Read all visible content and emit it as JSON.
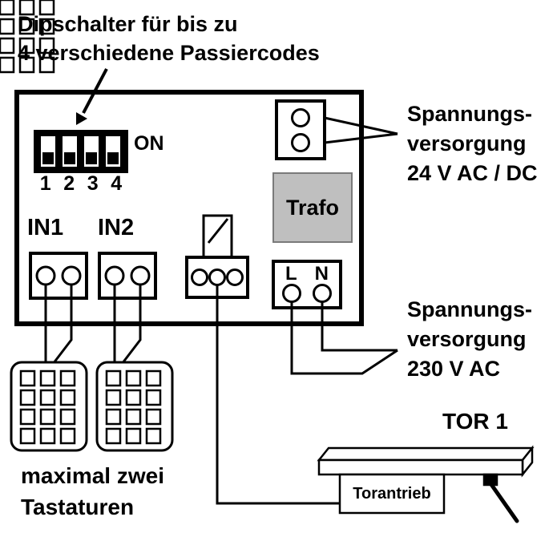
{
  "title": {
    "line1": "Dipschalter für bis zu",
    "line2": "4 verschiedene Passiercodes"
  },
  "board": {
    "dip_on": "ON",
    "dip_numbers": [
      "1",
      "2",
      "3",
      "4"
    ],
    "trafo": "Trafo",
    "in1": "IN1",
    "in2": "IN2",
    "live": "L",
    "neutral": "N"
  },
  "annotations": {
    "supply_24v": [
      "Spannungs-",
      "versorgung",
      "24 V AC / DC"
    ],
    "supply_230v": [
      "Spannungs-",
      "versorgung",
      "230 V AC"
    ],
    "keypad_note": [
      "maximal zwei",
      "Tastaturen"
    ],
    "gate_label": "TOR 1",
    "drive_label": "Torantrieb"
  },
  "colors": {
    "line": "#000000",
    "trafo_fill": "#bfbfbf",
    "trafo_border": "#7a7a7a"
  }
}
